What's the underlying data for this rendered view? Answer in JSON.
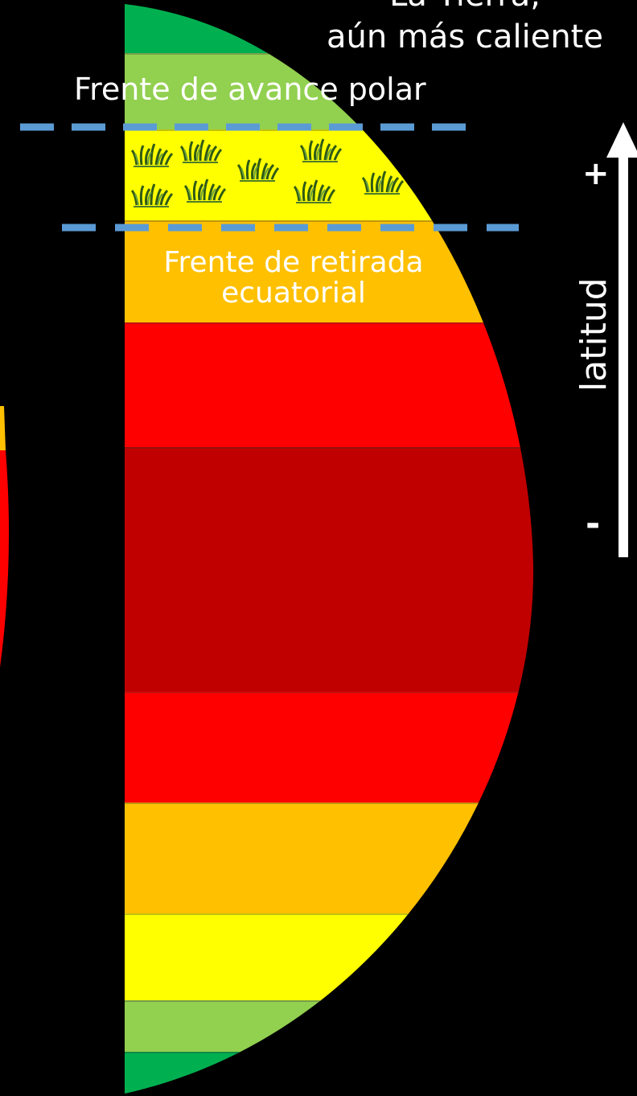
{
  "title": {
    "line1": "La Tierra,",
    "line2": "aún más caliente"
  },
  "labels": {
    "polar_front": "Frente de avance polar",
    "equatorial_front": "Frente de retirada\necuatorial"
  },
  "axis": {
    "label": "latitud",
    "plus": "+",
    "minus": "-"
  },
  "colors": {
    "dark_green": "#00b050",
    "light_green": "#92d050",
    "yellow": "#ffff00",
    "orange": "#ffc000",
    "red": "#ff0000",
    "dark_red": "#c00000",
    "dashed_line": "#5b9bd5",
    "grass": "#4e7d2a"
  },
  "bands": [
    {
      "name": "band-polar-north",
      "color": "#00b050"
    },
    {
      "name": "band-subpolar-north",
      "color": "#92d050"
    },
    {
      "name": "band-temperate-north-grassland",
      "color": "#ffff00"
    },
    {
      "name": "band-warm-north",
      "color": "#ffc000"
    },
    {
      "name": "band-hot-north",
      "color": "#ff0000"
    },
    {
      "name": "band-equatorial",
      "color": "#c00000"
    },
    {
      "name": "band-hot-south",
      "color": "#ff0000"
    },
    {
      "name": "band-warm-south",
      "color": "#ffc000"
    },
    {
      "name": "band-temperate-south",
      "color": "#ffff00"
    },
    {
      "name": "band-subpolar-south",
      "color": "#92d050"
    },
    {
      "name": "band-polar-south",
      "color": "#00b050"
    }
  ],
  "grass_icon": "grass-tuft-icon"
}
